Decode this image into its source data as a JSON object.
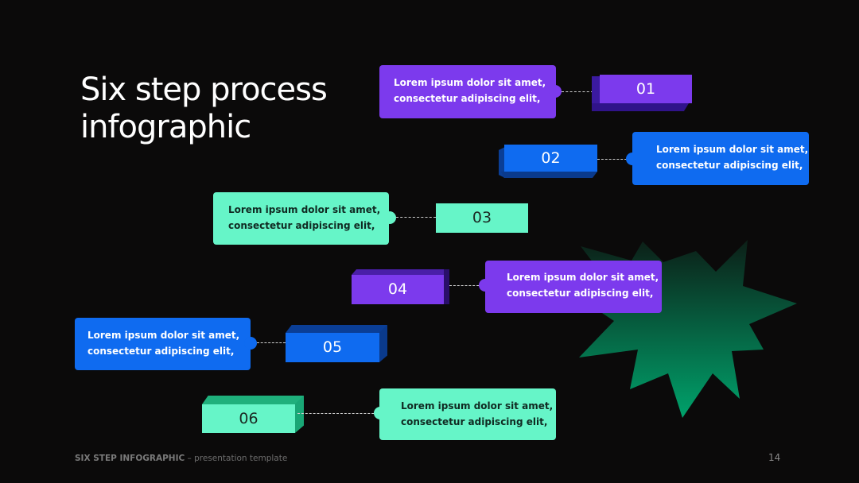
{
  "title": {
    "line1": "Six step process",
    "line2": "infographic"
  },
  "steps": [
    {
      "number": "01",
      "text_line1": "Lorem ipsum dolor sit amet,",
      "text_line2": "consectetur adipiscing elit,",
      "color": "#7c3aed"
    },
    {
      "number": "02",
      "text_line1": "Lorem ipsum dolor sit amet,",
      "text_line2": "consectetur adipiscing elit,",
      "color": "#0f6bf0"
    },
    {
      "number": "03",
      "text_line1": "Lorem ipsum dolor sit amet,",
      "text_line2": "consectetur adipiscing elit,",
      "color": "#66f5c8"
    },
    {
      "number": "04",
      "text_line1": "Lorem ipsum dolor sit amet,",
      "text_line2": "consectetur adipiscing elit,",
      "color": "#7c3aed"
    },
    {
      "number": "05",
      "text_line1": "Lorem ipsum dolor sit amet,",
      "text_line2": "consectetur adipiscing elit,",
      "color": "#0f6bf0"
    },
    {
      "number": "06",
      "text_line1": "Lorem ipsum dolor sit amet,",
      "text_line2": "consectetur adipiscing elit,",
      "color": "#66f5c8"
    }
  ],
  "footer": {
    "bold": "SIX STEP INFOGRAPHIC",
    "rest": " – presentation template"
  },
  "page_number": "14",
  "colors": {
    "background": "#0b0a0a",
    "purple": "#7c3aed",
    "blue": "#0f6bf0",
    "mint": "#66f5c8",
    "burst_top": "#0f2a1f",
    "burst_bottom": "#00a06a"
  }
}
